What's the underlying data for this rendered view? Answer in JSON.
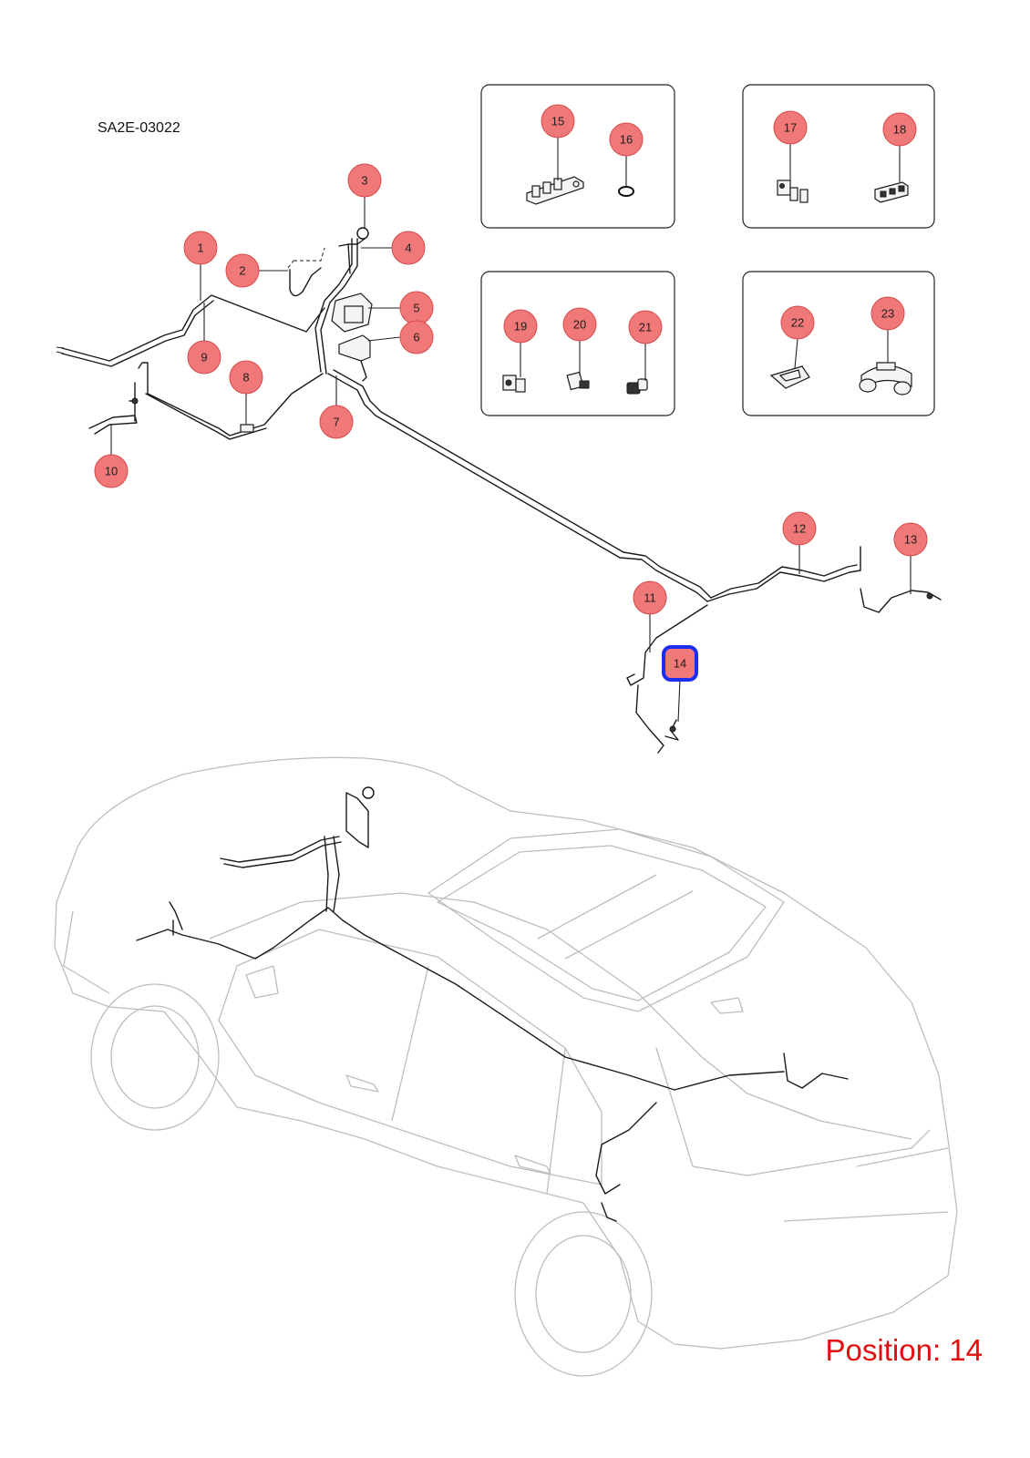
{
  "diagram": {
    "code": "SA2E-03022",
    "position_label": "Position: 14",
    "highlighted_callout": "14",
    "colors": {
      "callout_fill": "#f07878",
      "callout_stroke": "#d84a4a",
      "highlight": "#1b2ef0",
      "position_text": "#e01010"
    },
    "callouts": [
      "1",
      "2",
      "3",
      "4",
      "5",
      "6",
      "7",
      "8",
      "9",
      "10",
      "11",
      "12",
      "13",
      "14",
      "15",
      "16",
      "17",
      "18",
      "19",
      "20",
      "21",
      "22",
      "23"
    ]
  }
}
